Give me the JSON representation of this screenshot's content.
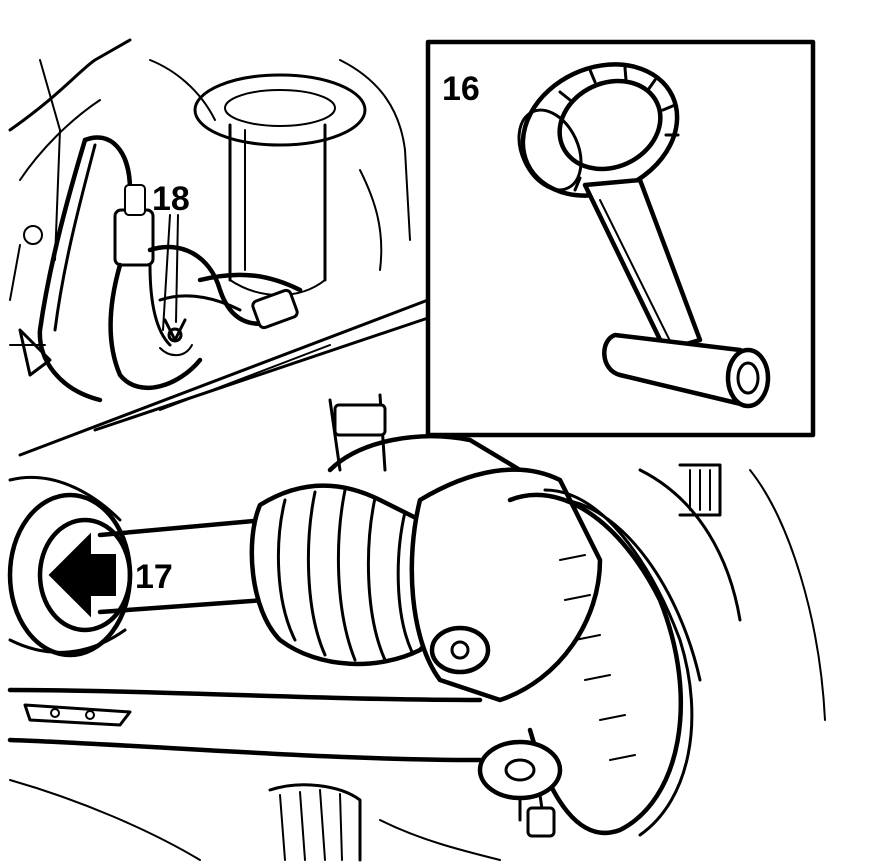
{
  "callouts": {
    "inset_label": "16",
    "arrow_label": "17",
    "clip_label": "18"
  },
  "colors": {
    "ink": "#000000",
    "paper": "#ffffff"
  },
  "icons": [
    "pull-arrow-icon"
  ]
}
